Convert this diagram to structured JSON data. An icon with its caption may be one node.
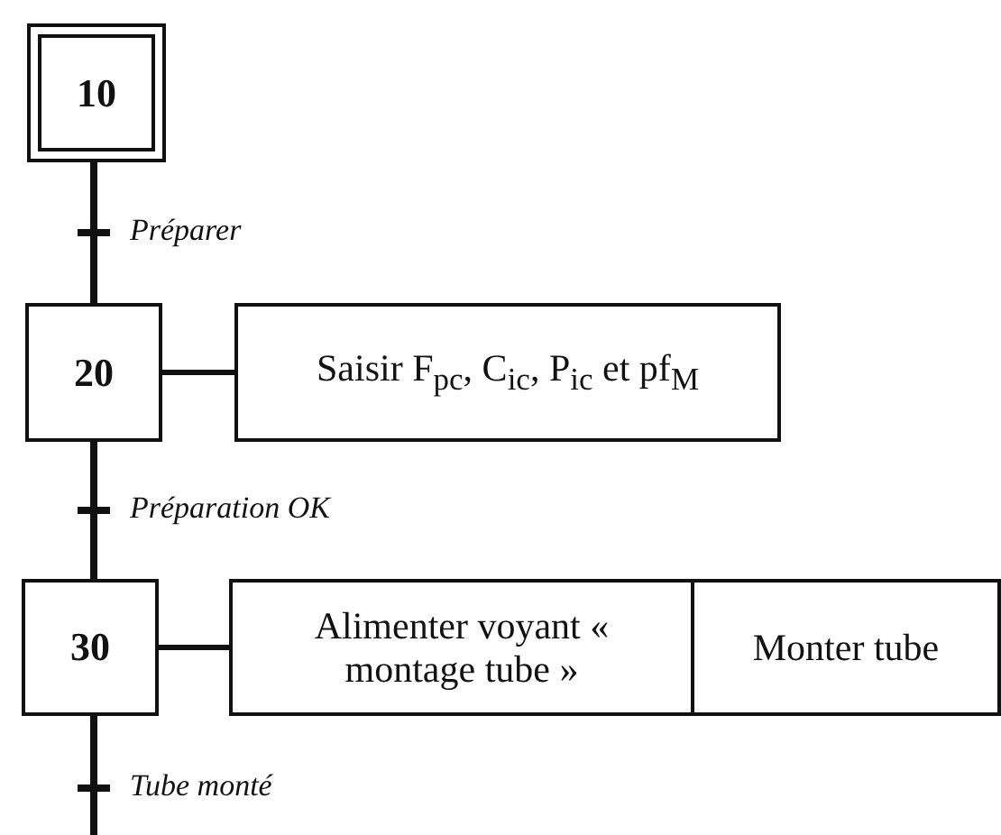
{
  "diagram": {
    "nodes": [
      {
        "text": [
          "10"
        ]
      },
      {
        "text": [
          "20"
        ]
      },
      {
        "text": [
          "Saisir F$_{pc}$, C$_{ic}$, P$_{ic}$ et pf$_{M}$"
        ]
      },
      {
        "text": [
          "30"
        ]
      },
      {
        "text": [
          "Alimenter voyant « montage tube »"
        ]
      },
      {
        "text": [
          "Monter tube"
        ]
      }
    ],
    "edges": [
      {
        "from": 0,
        "to": 1,
        "arrow": "none",
        "label": "Préparer"
      },
      {
        "from": 1,
        "to": 3,
        "arrow": "none",
        "label": "Préparation OK"
      },
      {
        "from": 3,
        "to": null,
        "arrow": "none",
        "label": "Tube monté"
      },
      {
        "from": 1,
        "to": 2,
        "arrow": "none"
      },
      {
        "from": 3,
        "to": 4,
        "arrow": "none"
      }
    ]
  }
}
